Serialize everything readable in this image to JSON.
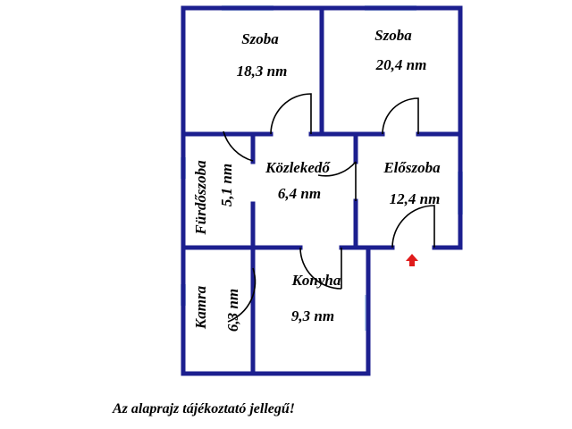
{
  "colors": {
    "wall": "#1c1f8f",
    "window": "#b7d4ee",
    "door": "#000000",
    "entrance_arrow": "#e01b1b",
    "background": "#ffffff"
  },
  "rooms": {
    "szoba1": {
      "name": "Szoba",
      "area": "18,3 nm"
    },
    "szoba2": {
      "name": "Szoba",
      "area": "20,4 nm"
    },
    "furdoszoba": {
      "name": "Fürdőszoba",
      "area": "5,1 nm"
    },
    "kozlekedo": {
      "name": "Közlekedő",
      "area": "6,4 nm"
    },
    "eloszoba": {
      "name": "Előszoba",
      "area": "12,4 nm"
    },
    "kamra": {
      "name": "Kamra",
      "area": "6,3 nm"
    },
    "konyha": {
      "name": "Konyha",
      "area": "9,3 nm"
    }
  },
  "note": "Az alaprajz tájékoztató jellegű!"
}
